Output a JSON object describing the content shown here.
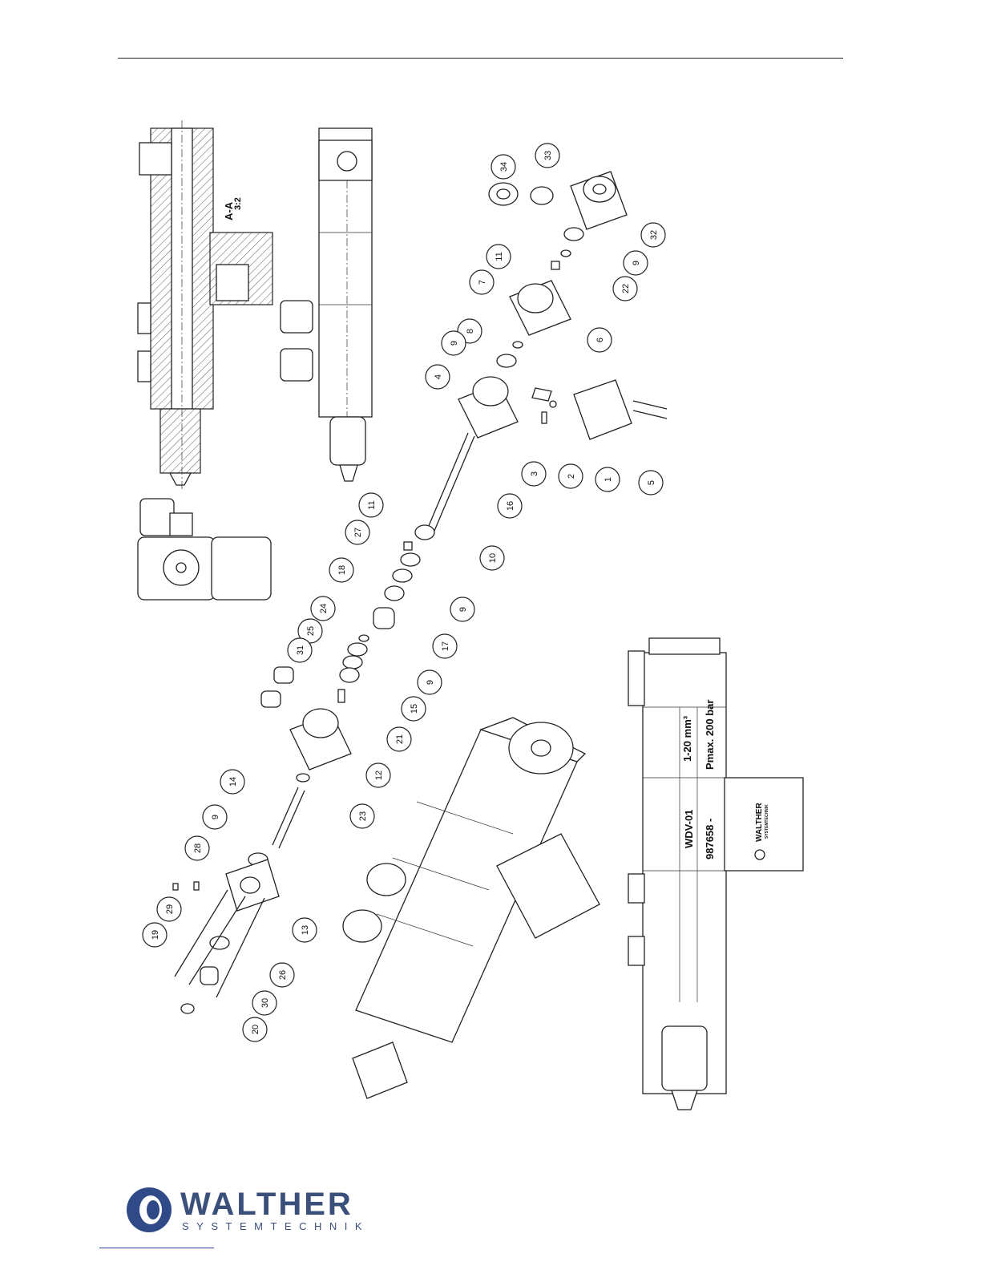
{
  "section_label": "A-A",
  "section_scale": "3:2",
  "plate_volume": "1-20 mm³",
  "plate_model": "WDV-01",
  "plate_serial": "987658 -",
  "plate_pmax": "Pmax. 200 bar",
  "plate_brand": "WALTHER",
  "plate_brand_sub": "SYSTEMTECHNIK",
  "logo": {
    "word": "WALTHER",
    "sub": "SYSTEMTECHNIK",
    "color": "#3a4f7a"
  },
  "callouts": [
    {
      "id": "34",
      "n": "34"
    },
    {
      "id": "33",
      "n": "33"
    },
    {
      "id": "32",
      "n": "32"
    },
    {
      "id": "9a",
      "n": "9"
    },
    {
      "id": "22",
      "n": "22"
    },
    {
      "id": "11a",
      "n": "11"
    },
    {
      "id": "7",
      "n": "7"
    },
    {
      "id": "8",
      "n": "8"
    },
    {
      "id": "9b",
      "n": "9"
    },
    {
      "id": "6",
      "n": "6"
    },
    {
      "id": "4",
      "n": "4"
    },
    {
      "id": "3",
      "n": "3"
    },
    {
      "id": "2",
      "n": "2"
    },
    {
      "id": "1",
      "n": "1"
    },
    {
      "id": "5",
      "n": "5"
    },
    {
      "id": "16",
      "n": "16"
    },
    {
      "id": "11b",
      "n": "11"
    },
    {
      "id": "10",
      "n": "10"
    },
    {
      "id": "27",
      "n": "27"
    },
    {
      "id": "9c",
      "n": "9"
    },
    {
      "id": "18",
      "n": "18"
    },
    {
      "id": "17",
      "n": "17"
    },
    {
      "id": "24",
      "n": "24"
    },
    {
      "id": "25",
      "n": "25"
    },
    {
      "id": "9d",
      "n": "9"
    },
    {
      "id": "31",
      "n": "31"
    },
    {
      "id": "15",
      "n": "15"
    },
    {
      "id": "21",
      "n": "21"
    },
    {
      "id": "12",
      "n": "12"
    },
    {
      "id": "14",
      "n": "14"
    },
    {
      "id": "23",
      "n": "23"
    },
    {
      "id": "9e",
      "n": "9"
    },
    {
      "id": "28",
      "n": "28"
    },
    {
      "id": "29",
      "n": "29"
    },
    {
      "id": "13",
      "n": "13"
    },
    {
      "id": "19",
      "n": "19"
    },
    {
      "id": "26",
      "n": "26"
    },
    {
      "id": "30",
      "n": "30"
    },
    {
      "id": "20",
      "n": "20"
    }
  ]
}
